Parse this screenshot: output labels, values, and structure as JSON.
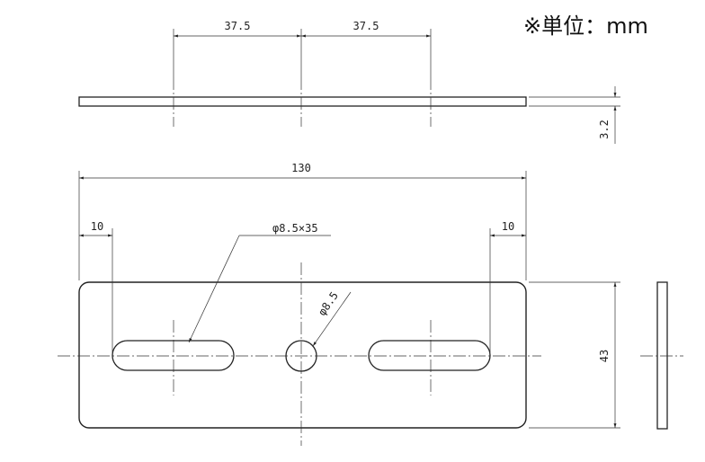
{
  "unit_label": "※単位：mm",
  "dimensions": {
    "spacing_left": "37.5",
    "spacing_right": "37.5",
    "thickness": "3.2",
    "total_width": "130",
    "left_margin": "10",
    "right_margin": "10",
    "slot_callout": "φ8.5×35",
    "hole_callout": "φ8.5",
    "height": "43"
  }
}
